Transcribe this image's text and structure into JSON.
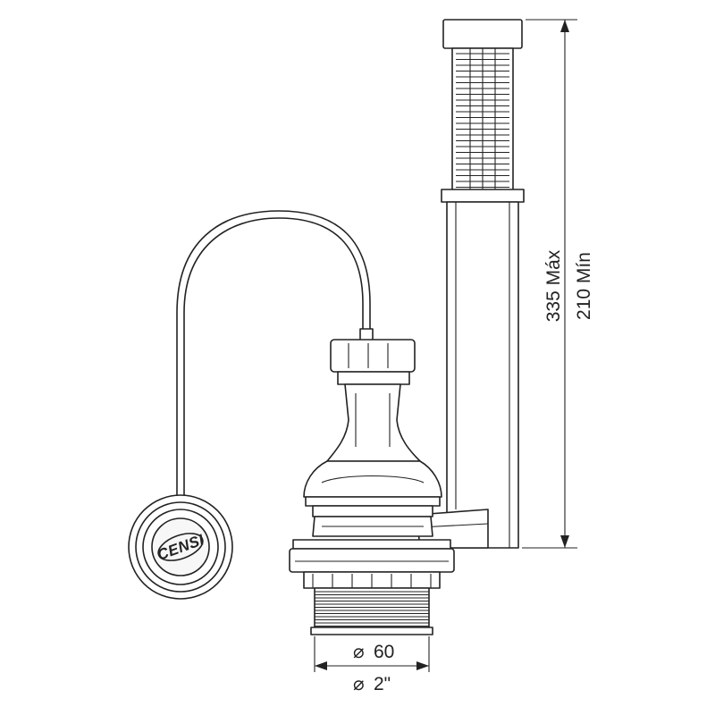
{
  "drawing": {
    "logo_text": "CENSI",
    "dimension_height_max": "335 Máx",
    "dimension_height_min": "210 Mín",
    "dimension_diameter_mm": "60",
    "dimension_diameter_in": "2\"",
    "diameter_symbol": "⌀",
    "colors": {
      "ink": "#222222",
      "background": "#ffffff"
    }
  }
}
